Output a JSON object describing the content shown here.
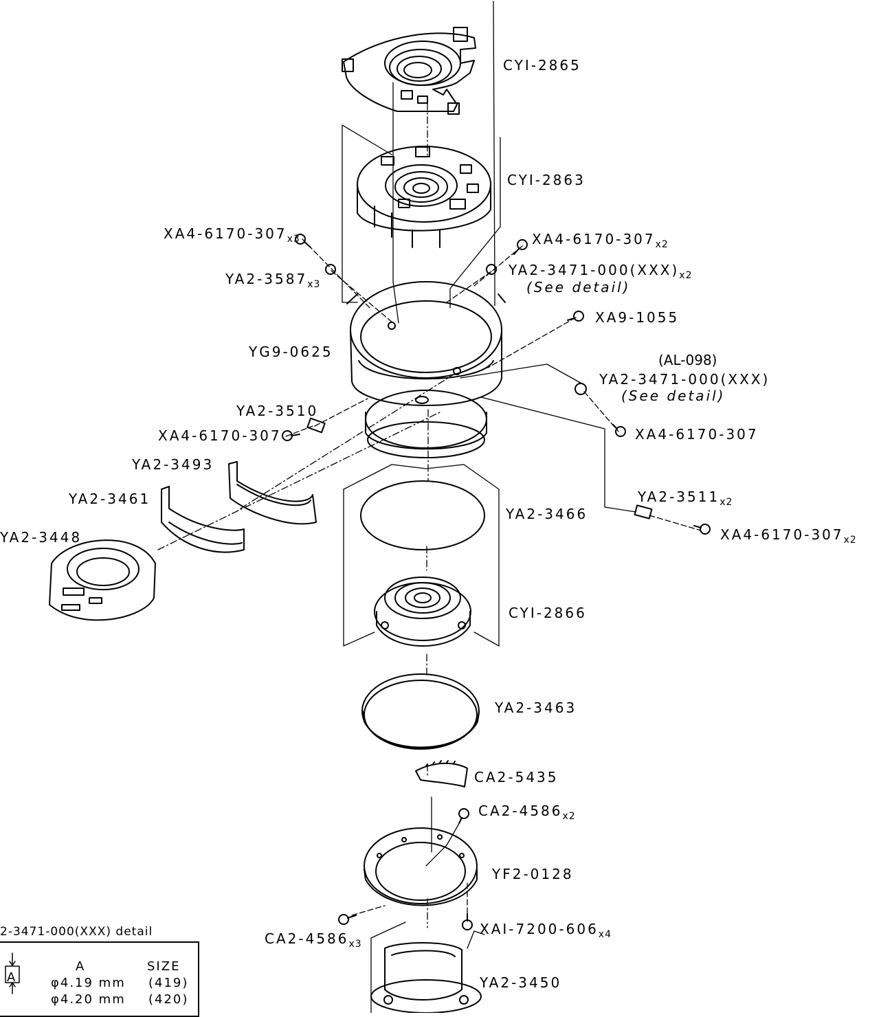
{
  "parts": {
    "cy1_2865": "CYI-2865",
    "cy1_2863": "CYI-2863",
    "xa4_left": "XA4-6170-307",
    "xa4_left_qty": "x3",
    "ya2_3587": "YA2-3587",
    "ya2_3587_qty": "x3",
    "xa4_right": "XA4-6170-307",
    "xa4_right_qty": "x2",
    "ya2_3471_top": "YA2-3471-000(XXX)",
    "ya2_3471_top_qty": "x2",
    "see_detail_1": "(See detail)",
    "xa9_1055": "XA9-1055",
    "yg9_0625": "YG9-0625",
    "al_098": "(AL-098)",
    "ya2_3471_mid": "YA2-3471-000(XXX)",
    "see_detail_2": "(See detail)",
    "ya2_3510": "YA2-3510",
    "xa4_mid_left": "XA4-6170-307",
    "xa4_mid_right": "XA4-6170-307",
    "ya2_3493": "YA2-3493",
    "ya2_3461": "YA2-3461",
    "ya2_3448": "YA2-3448",
    "ya2_3511": "YA2-3511",
    "ya2_3511_qty": "x2",
    "ya2_3466": "YA2-3466",
    "xa4_far_right": "XA4-6170-307",
    "xa4_far_right_qty": "x2",
    "cy1_2866": "CYI-2866",
    "ya2_3463": "YA2-3463",
    "ca2_5435": "CA2-5435",
    "ca2_4586_top": "CA2-4586",
    "ca2_4586_top_qty": "x2",
    "yf2_0128": "YF2-0128",
    "ca2_4586_bottom": "CA2-4586",
    "ca2_4586_bottom_qty": "x3",
    "xa1_7200": "XAI-7200-606",
    "xa1_7200_qty": "x4",
    "ya2_3450": "YA2-3450"
  },
  "detail": {
    "title": "2-3471-000(XXX) detail",
    "col_a": "A",
    "col_size": "SIZE",
    "marker": "A",
    "rows": [
      {
        "a": "φ4.19 mm",
        "size": "(419)"
      },
      {
        "a": "φ4.20 mm",
        "size": "(420)"
      }
    ]
  }
}
